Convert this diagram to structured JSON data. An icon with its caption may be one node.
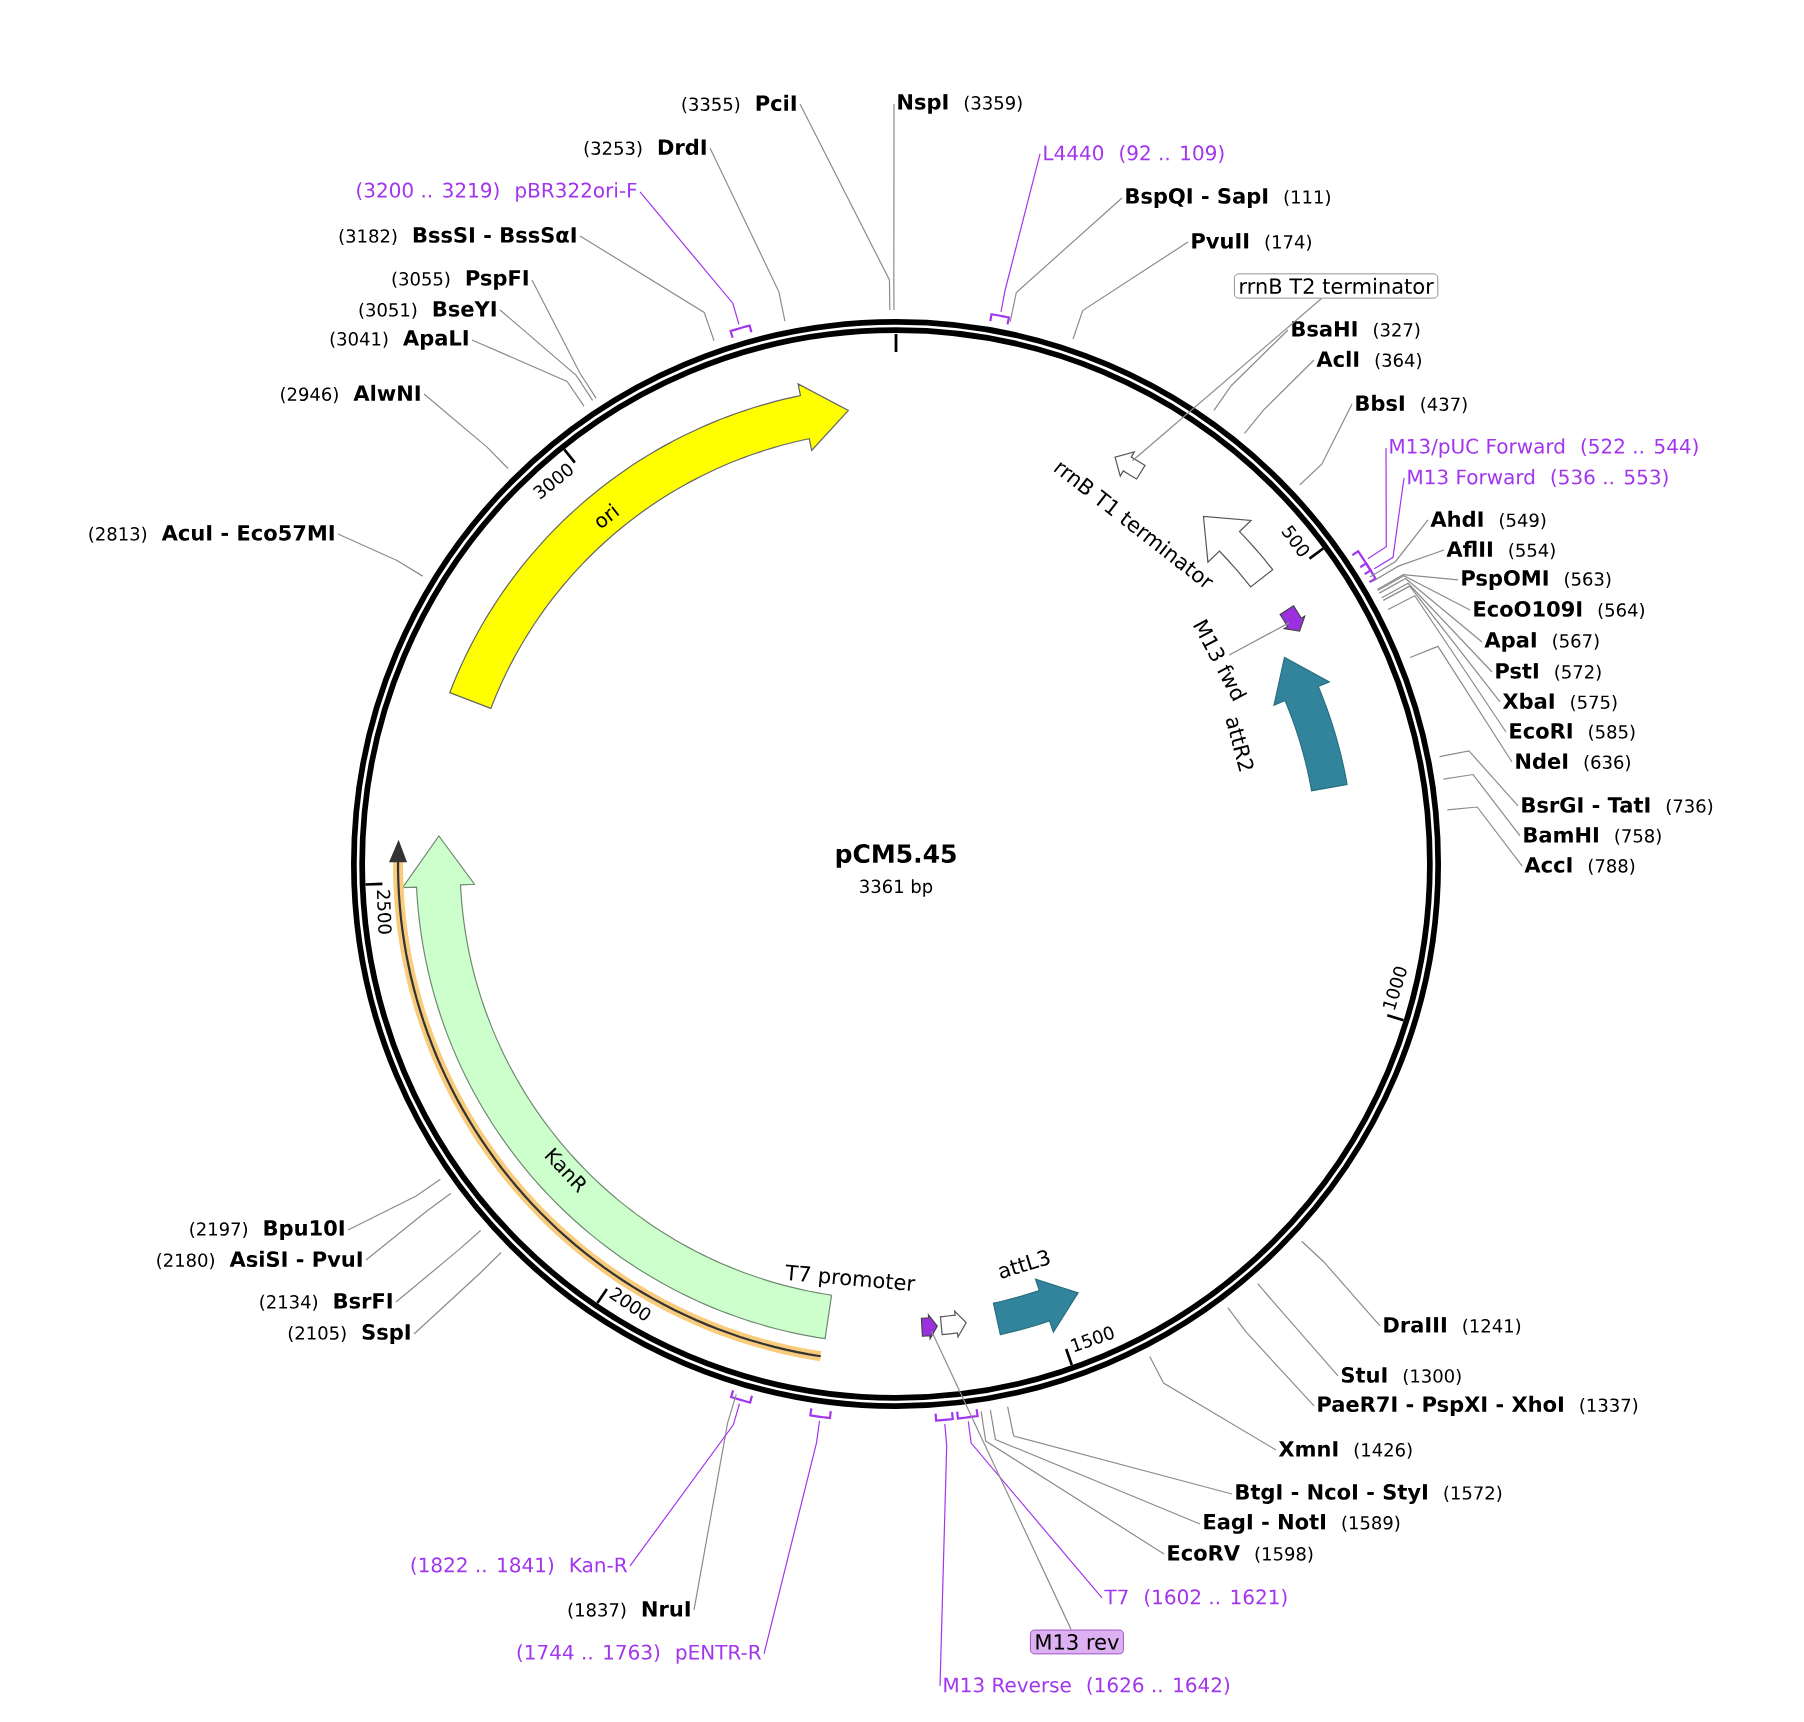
{
  "diagram": {
    "title": "pCM5.45",
    "nodes": [
      {
        "text": [
          "NspI",
          "(3359)"
        ]
      },
      {
        "text": [
          "L4440",
          "(92 .. 109)"
        ]
      },
      {
        "text": [
          "BspQI - SapI",
          "(111)"
        ]
      },
      {
        "text": [
          "PvuII",
          "(174)"
        ]
      },
      {
        "text": [
          "rrnB T2 terminator"
        ]
      },
      {
        "text": [
          "BsaHI",
          "(327)"
        ]
      },
      {
        "text": [
          "AclI",
          "(364)"
        ]
      },
      {
        "text": [
          "BbsI",
          "(437)"
        ]
      },
      {
        "text": [
          "M13/pUC Forward",
          "(522 .. 544)"
        ]
      },
      {
        "text": [
          "M13 Forward",
          "(536 .. 553)"
        ]
      },
      {
        "text": [
          "AhdI",
          "(549)"
        ]
      },
      {
        "text": [
          "AflII",
          "(554)"
        ]
      },
      {
        "text": [
          "PspOMI",
          "(563)"
        ]
      },
      {
        "text": [
          "EcoO109I",
          "(564)"
        ]
      },
      {
        "text": [
          "ApaI",
          "(567)"
        ]
      },
      {
        "text": [
          "PstI",
          "(572)"
        ]
      },
      {
        "text": [
          "XbaI",
          "(575)"
        ]
      },
      {
        "text": [
          "EcoRI",
          "(585)"
        ]
      },
      {
        "text": [
          "NdeI",
          "(636)"
        ]
      },
      {
        "text": [
          "BsrGI - TatI",
          "(736)"
        ]
      },
      {
        "text": [
          "BamHI",
          "(758)"
        ]
      },
      {
        "text": [
          "AccI",
          "(788)"
        ]
      },
      {
        "text": [
          "DraIII",
          "(1241)"
        ]
      },
      {
        "text": [
          "StuI",
          "(1300)"
        ]
      },
      {
        "text": [
          "PaeR7I - PspXI - XhoI",
          "(1337)"
        ]
      },
      {
        "text": [
          "XmnI",
          "(1426)"
        ]
      },
      {
        "text": [
          "BtgI - NcoI - StyI",
          "(1572)"
        ]
      },
      {
        "text": [
          "EagI - NotI",
          "(1589)"
        ]
      },
      {
        "text": [
          "EcoRV",
          "(1598)"
        ]
      },
      {
        "text": [
          "T7",
          "(1602 .. 1621)"
        ]
      },
      {
        "text": [
          "M13 rev"
        ]
      },
      {
        "text": [
          "M13 Reverse",
          "(1626 .. 1642)"
        ]
      },
      {
        "text": [
          "(1744 .. 1763)",
          "pENTR-R"
        ]
      },
      {
        "text": [
          "(1837)",
          "NruI"
        ]
      },
      {
        "text": [
          "(1822 .. 1841)",
          "Kan-R"
        ]
      },
      {
        "text": [
          "(2105)",
          "SspI"
        ]
      },
      {
        "text": [
          "(2134)",
          "BsrFI"
        ]
      },
      {
        "text": [
          "(2180)",
          "AsiSI - PvuI"
        ]
      },
      {
        "text": [
          "(2197)",
          "Bpu10I"
        ]
      },
      {
        "text": [
          "(2813)",
          "AcuI - Eco57MI"
        ]
      },
      {
        "text": [
          "(2946)",
          "AlwNI"
        ]
      },
      {
        "text": [
          "(3041)",
          "ApaLI"
        ]
      },
      {
        "text": [
          "(3051)",
          "BseYI"
        ]
      },
      {
        "text": [
          "(3055)",
          "PspFI"
        ]
      },
      {
        "text": [
          "(3182)",
          "BssSI - BssSαI"
        ]
      },
      {
        "text": [
          "(3200 .. 3219)",
          "pBR322ori-F"
        ]
      },
      {
        "text": [
          "(3253)",
          "DrdI"
        ]
      },
      {
        "text": [
          "(3355)",
          "PciI"
        ]
      },
      {
        "text": [
          "ori"
        ]
      },
      {
        "text": [],
        "shape": "arrow"
      },
      {
        "text": [
          "rrnB T1 terminator"
        ]
      },
      {
        "text": [
          "M13 fwd"
        ]
      },
      {
        "text": [],
        "shape": "arrow"
      },
      {
        "text": [
          "attR2"
        ]
      },
      {
        "text": [
          "KanR"
        ]
      },
      {
        "text": [],
        "shape": "arrow"
      },
      {
        "text": [],
        "shape": "arrow"
      },
      {
        "text": [
          "T7 promoter"
        ]
      },
      {
        "text": [
          "attL3"
        ]
      }
    ],
    "edges": [
      {
        "from": 0,
        "to": null,
        "arrow": "none"
      },
      {
        "from": 1,
        "to": null,
        "arrow": "none",
        "color": "#a235ee"
      },
      {
        "from": 2,
        "to": null,
        "arrow": "none"
      },
      {
        "from": 3,
        "to": null,
        "arrow": "none"
      },
      {
        "from": 4,
        "to": 49,
        "arrow": "none"
      },
      {
        "from": 5,
        "to": null,
        "arrow": "none"
      },
      {
        "from": 6,
        "to": null,
        "arrow": "none"
      },
      {
        "from": 7,
        "to": null,
        "arrow": "none"
      },
      {
        "from": 8,
        "to": null,
        "arrow": "none",
        "color": "#a235ee"
      },
      {
        "from": 9,
        "to": null,
        "arrow": "none",
        "color": "#a235ee"
      },
      {
        "from": 10,
        "to": null,
        "arrow": "none"
      },
      {
        "from": 11,
        "to": null,
        "arrow": "none"
      },
      {
        "from": 12,
        "to": null,
        "arrow": "none"
      },
      {
        "from": 13,
        "to": null,
        "arrow": "none"
      },
      {
        "from": 14,
        "to": null,
        "arrow": "none"
      },
      {
        "from": 15,
        "to": null,
        "arrow": "none"
      },
      {
        "from": 16,
        "to": null,
        "arrow": "none"
      },
      {
        "from": 17,
        "to": null,
        "arrow": "none"
      },
      {
        "from": 18,
        "to": null,
        "arrow": "none"
      },
      {
        "from": 19,
        "to": null,
        "arrow": "none"
      },
      {
        "from": 20,
        "to": null,
        "arrow": "none"
      },
      {
        "from": 21,
        "to": null,
        "arrow": "none"
      },
      {
        "from": 22,
        "to": null,
        "arrow": "none"
      },
      {
        "from": 23,
        "to": null,
        "arrow": "none"
      },
      {
        "from": 24,
        "to": null,
        "arrow": "none"
      },
      {
        "from": 25,
        "to": null,
        "arrow": "none"
      },
      {
        "from": 26,
        "to": null,
        "arrow": "none"
      },
      {
        "from": 27,
        "to": null,
        "arrow": "none"
      },
      {
        "from": 28,
        "to": null,
        "arrow": "none"
      },
      {
        "from": 29,
        "to": null,
        "arrow": "none",
        "color": "#a235ee"
      },
      {
        "from": 30,
        "to": 56,
        "arrow": "none"
      },
      {
        "from": 31,
        "to": null,
        "arrow": "none",
        "color": "#a235ee"
      },
      {
        "from": 32,
        "to": null,
        "arrow": "none",
        "color": "#a235ee"
      },
      {
        "from": 33,
        "to": null,
        "arrow": "none"
      },
      {
        "from": 34,
        "to": null,
        "arrow": "none",
        "color": "#a235ee"
      },
      {
        "from": 35,
        "to": null,
        "arrow": "none"
      },
      {
        "from": 36,
        "to": null,
        "arrow": "none"
      },
      {
        "from": 37,
        "to": null,
        "arrow": "none"
      },
      {
        "from": 38,
        "to": null,
        "arrow": "none"
      },
      {
        "from": 39,
        "to": null,
        "arrow": "none"
      },
      {
        "from": 40,
        "to": null,
        "arrow": "none"
      },
      {
        "from": 41,
        "to": null,
        "arrow": "none"
      },
      {
        "from": 42,
        "to": null,
        "arrow": "none"
      },
      {
        "from": 43,
        "to": null,
        "arrow": "none"
      },
      {
        "from": 44,
        "to": null,
        "arrow": "none"
      },
      {
        "from": 45,
        "to": null,
        "arrow": "none",
        "color": "#a235ee"
      },
      {
        "from": 46,
        "to": null,
        "arrow": "none"
      },
      {
        "from": 47,
        "to": null,
        "arrow": "none"
      },
      {
        "from": 51,
        "to": 52,
        "arrow": "none"
      }
    ],
    "labels": [
      "3361 bp",
      "500",
      "1000",
      "1500",
      "2000",
      "2500",
      "3000"
    ]
  }
}
